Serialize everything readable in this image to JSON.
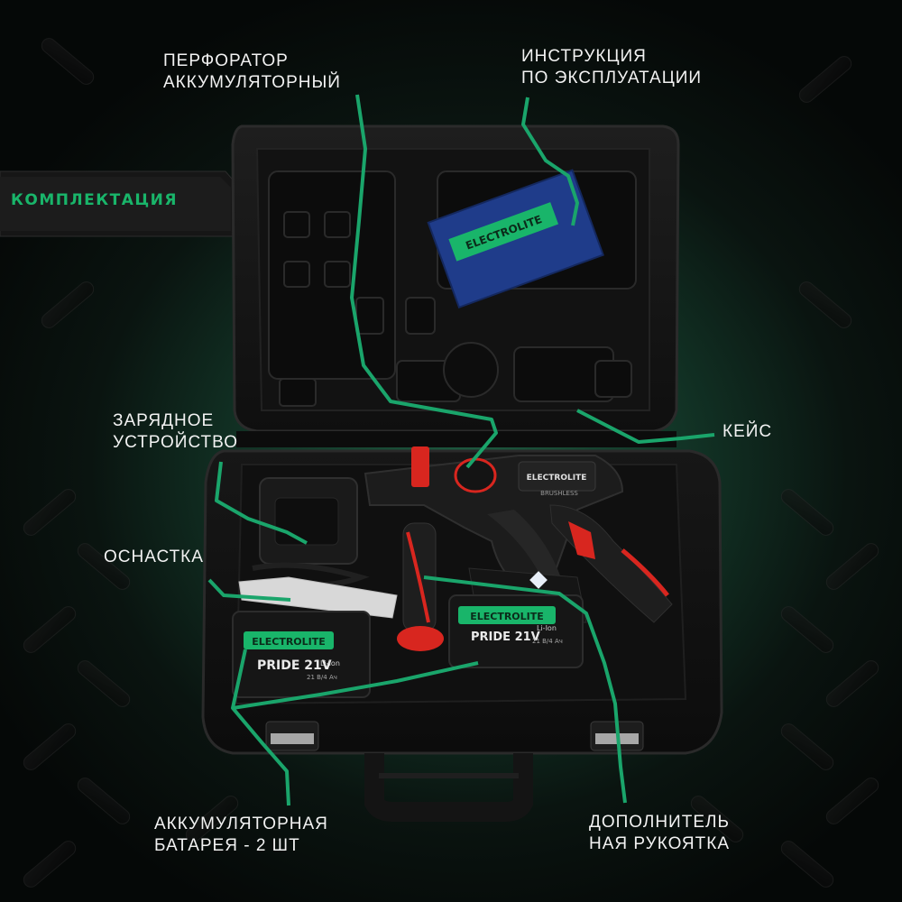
{
  "badge": {
    "label": "КОМПЛЕКТАЦИЯ"
  },
  "callouts": {
    "drill": "ПЕРФОРАТОР\nАККУМУЛЯТОРНЫЙ",
    "manual": "ИНСТРУКЦИЯ\nПО ЭКСПЛУАТАЦИИ",
    "charger": "ЗАРЯДНОЕ\nУСТРОЙСТВО",
    "case": "КЕЙС",
    "bits": "ОСНАСТКА",
    "battery": "АККУМУЛЯТОРНАЯ\nБАТАРЕЯ - 2 ШТ",
    "handle": "ДОПОЛНИТЕЛЬ\nНАЯ РУКОЯТКА"
  },
  "brand": {
    "name": "ELECTROLITE",
    "battery_model": "PRIDE 21V",
    "battery_chem": "Li-Ion",
    "battery_spec": "21 В/4 Ач",
    "drill_badge": "BRUSHLESS"
  },
  "colors": {
    "accent_green": "#19b56a",
    "leader_green": "#1aa56b",
    "red": "#d8261f",
    "case_black": "#141414",
    "manual_blue": "#1f3c8a"
  }
}
